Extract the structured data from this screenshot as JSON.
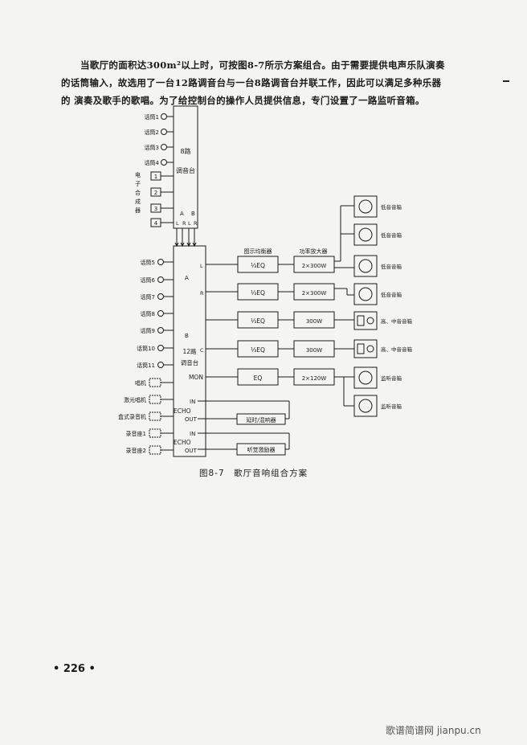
{
  "body_text": [
    "当歌厅的面积达300m²以上时，可按图8-7所示方案组合。由于需要提供电声乐队演奏",
    "的话筒输入，故选用了一台12路调音台与一台8路调音台并联工作，因此可以满足多种乐器",
    "的 演奏及歌手的歌唱。为了给控制台的操作人员提供信息，专门设置了一路监听音箱。"
  ],
  "diagram": {
    "upper_inputs": [
      "话筒1",
      "话筒2",
      "话筒3",
      "话筒4"
    ],
    "synth_label": "电子合成器",
    "synth_inputs": [
      "1",
      "2",
      "3",
      "4"
    ],
    "mixer8": {
      "num": "8路",
      "name": "调音台",
      "a_label": "A",
      "b_label": "B",
      "lr": [
        "L",
        "R",
        "L",
        "R"
      ]
    },
    "lower_inputs": [
      "话筒5",
      "话筒6",
      "话筒7",
      "话筒8",
      "话筒9",
      "话筒10",
      "话筒11",
      "唱机",
      "激光唱机",
      "盒式录音机",
      "录音座1",
      "录音座2"
    ],
    "mixer12": {
      "a_label": "A",
      "b_label": "B",
      "num": "12路",
      "name": "调音台",
      "out_l": "L",
      "out_r": "R",
      "out_c": "C",
      "mon": "MON",
      "echo1": {
        "in": "IN",
        "name": "ECHO",
        "out": "OUT"
      },
      "echo2": {
        "in": "IN",
        "name": "ECHO",
        "out": "OUT"
      }
    },
    "col_headers": {
      "eq": "图示均衡器",
      "amp": "功率放大器"
    },
    "eq_labels": [
      "⅓EQ",
      "⅓EQ",
      "⅓EQ",
      "⅓EQ",
      "EQ"
    ],
    "amp_labels": [
      "2×300W",
      "2×300W",
      "300W",
      "300W",
      "2×120W"
    ],
    "delay_label": "延时/混响器",
    "exciter_label": "听觉激励器",
    "speakers": [
      "低音音箱",
      "低音音箱",
      "低音音箱",
      "低音音箱",
      "高、中音音箱",
      "高、中音音箱",
      "监听音箱",
      "监听音箱"
    ]
  },
  "caption": "图8-7　歌厅音响组合方案",
  "page_number": "• 226 •",
  "watermark": "歌谱简谱网 jianpu.cn"
}
